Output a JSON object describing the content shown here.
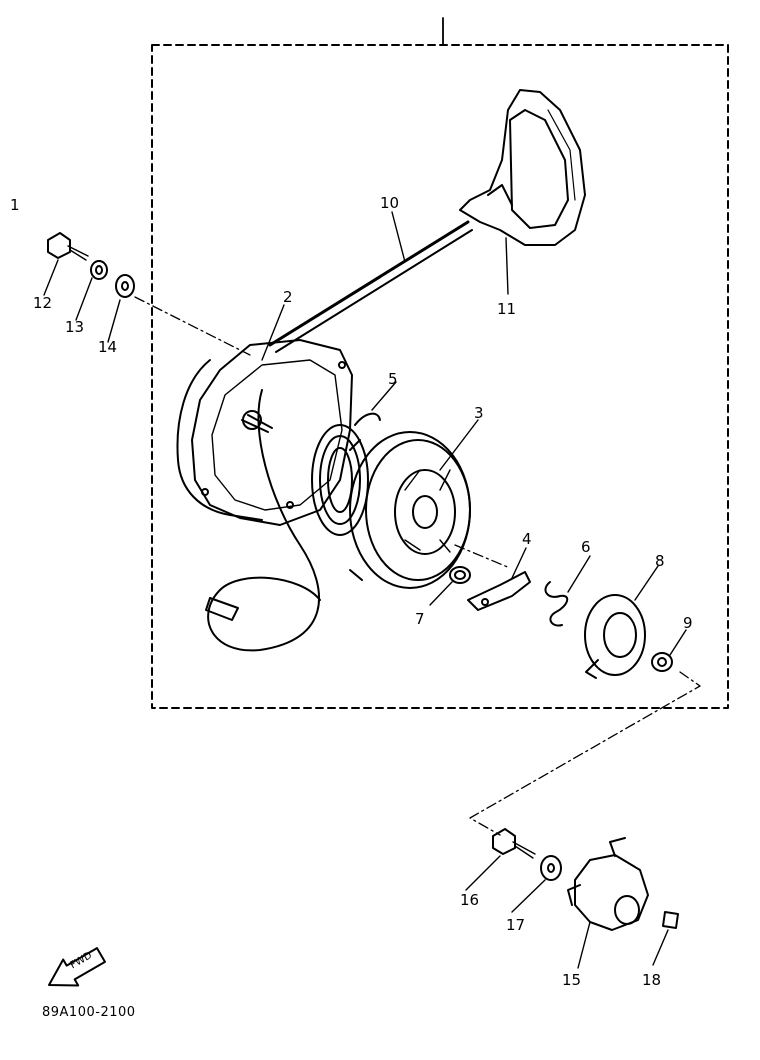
{
  "diagram": {
    "assembly_callout": "1",
    "callouts": [
      "2",
      "3",
      "4",
      "5",
      "6",
      "7",
      "8",
      "9",
      "10",
      "11",
      "12",
      "13",
      "14",
      "15",
      "16",
      "17",
      "18"
    ],
    "fwd_label": "FWD",
    "diagram_code": "89A100-2100"
  }
}
